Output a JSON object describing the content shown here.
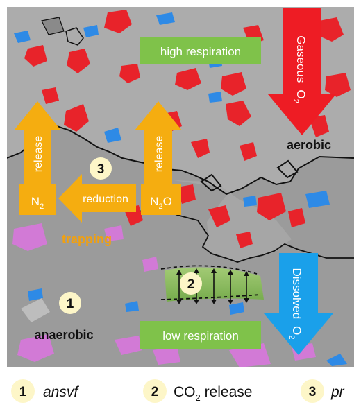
{
  "labels": {
    "high_respiration": "high respiration",
    "low_respiration": "low respiration",
    "gaseous": "Gaseous",
    "dissolved": "Dissolved",
    "o2_base": "O",
    "o2_sub": "2",
    "aerobic": "aerobic",
    "anaerobic": "anaerobic",
    "trapping": "trapping",
    "release": "release",
    "reduction": "reduction",
    "n2_base": "N",
    "n2_sub": "2",
    "n2o_n": "N",
    "n2o_sub": "2",
    "n2o_o": "O",
    "marker_1": "1",
    "marker_2": "2",
    "marker_3": "3"
  },
  "legend": [
    {
      "number": "1",
      "text": "ansvf"
    },
    {
      "number": "2",
      "base": "CO",
      "sub": "2",
      "text": " release"
    },
    {
      "number": "3",
      "text": "pr"
    }
  ],
  "colors": {
    "soil_gray": "#9b9b9b",
    "aerobic_gray": "#a9a9a9",
    "red_patch": "#e8232a",
    "blue_patch": "#2e8ae6",
    "pink_patch": "#d27ad6",
    "green_box": "#7fc24a",
    "orange_arrow": "#f5ad10",
    "red_arrow": "#ee1c24",
    "blue_arrow": "#1aa0ea",
    "marker_fill": "#fdf6c8",
    "trapping_text": "#f0a010"
  }
}
